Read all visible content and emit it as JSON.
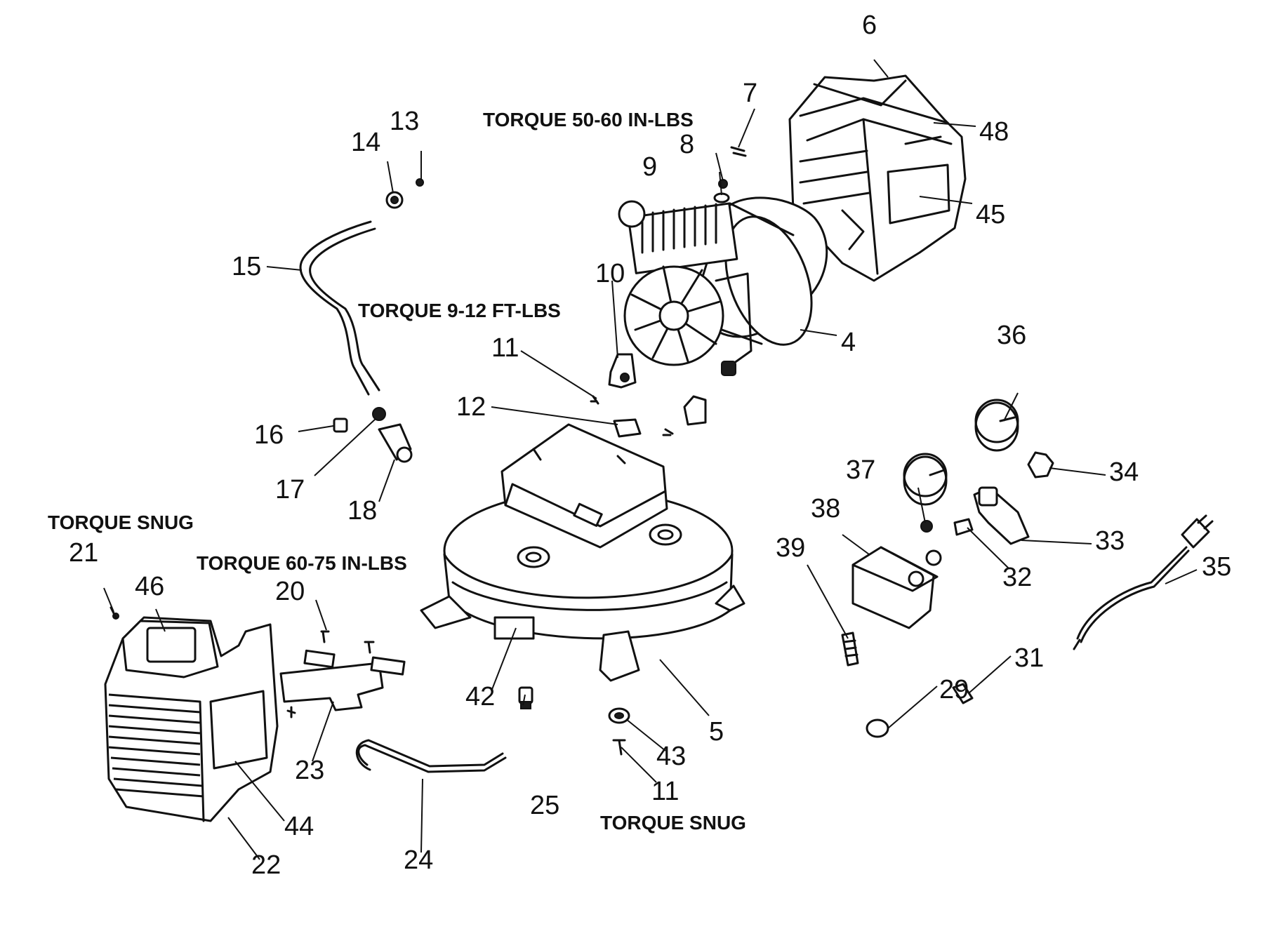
{
  "labels": {
    "p4": "4",
    "p5": "5",
    "p6": "6",
    "p7": "7",
    "p8": "8",
    "p9": "9",
    "p10": "10",
    "p11a": "11",
    "p11b": "11",
    "p12": "12",
    "p13": "13",
    "p14": "14",
    "p15": "15",
    "p16": "16",
    "p17": "17",
    "p18": "18",
    "p20": "20",
    "p21": "21",
    "p22": "22",
    "p23": "23",
    "p24": "24",
    "p25": "25",
    "p29": "29",
    "p31": "31",
    "p32": "32",
    "p33": "33",
    "p34": "34",
    "p35": "35",
    "p36": "36",
    "p37": "37",
    "p38": "38",
    "p39": "39",
    "p42": "42",
    "p43": "43",
    "p44": "44",
    "p45": "45",
    "p46": "46",
    "p48": "48"
  },
  "notes": {
    "torque_50_60": "TORQUE 50-60 IN-LBS",
    "torque_9_12": "TORQUE 9-12 FT-LBS",
    "torque_snug_top": "TORQUE SNUG",
    "torque_60_75": "TORQUE 60-75 IN-LBS",
    "torque_snug_bottom": "TORQUE SNUG"
  }
}
